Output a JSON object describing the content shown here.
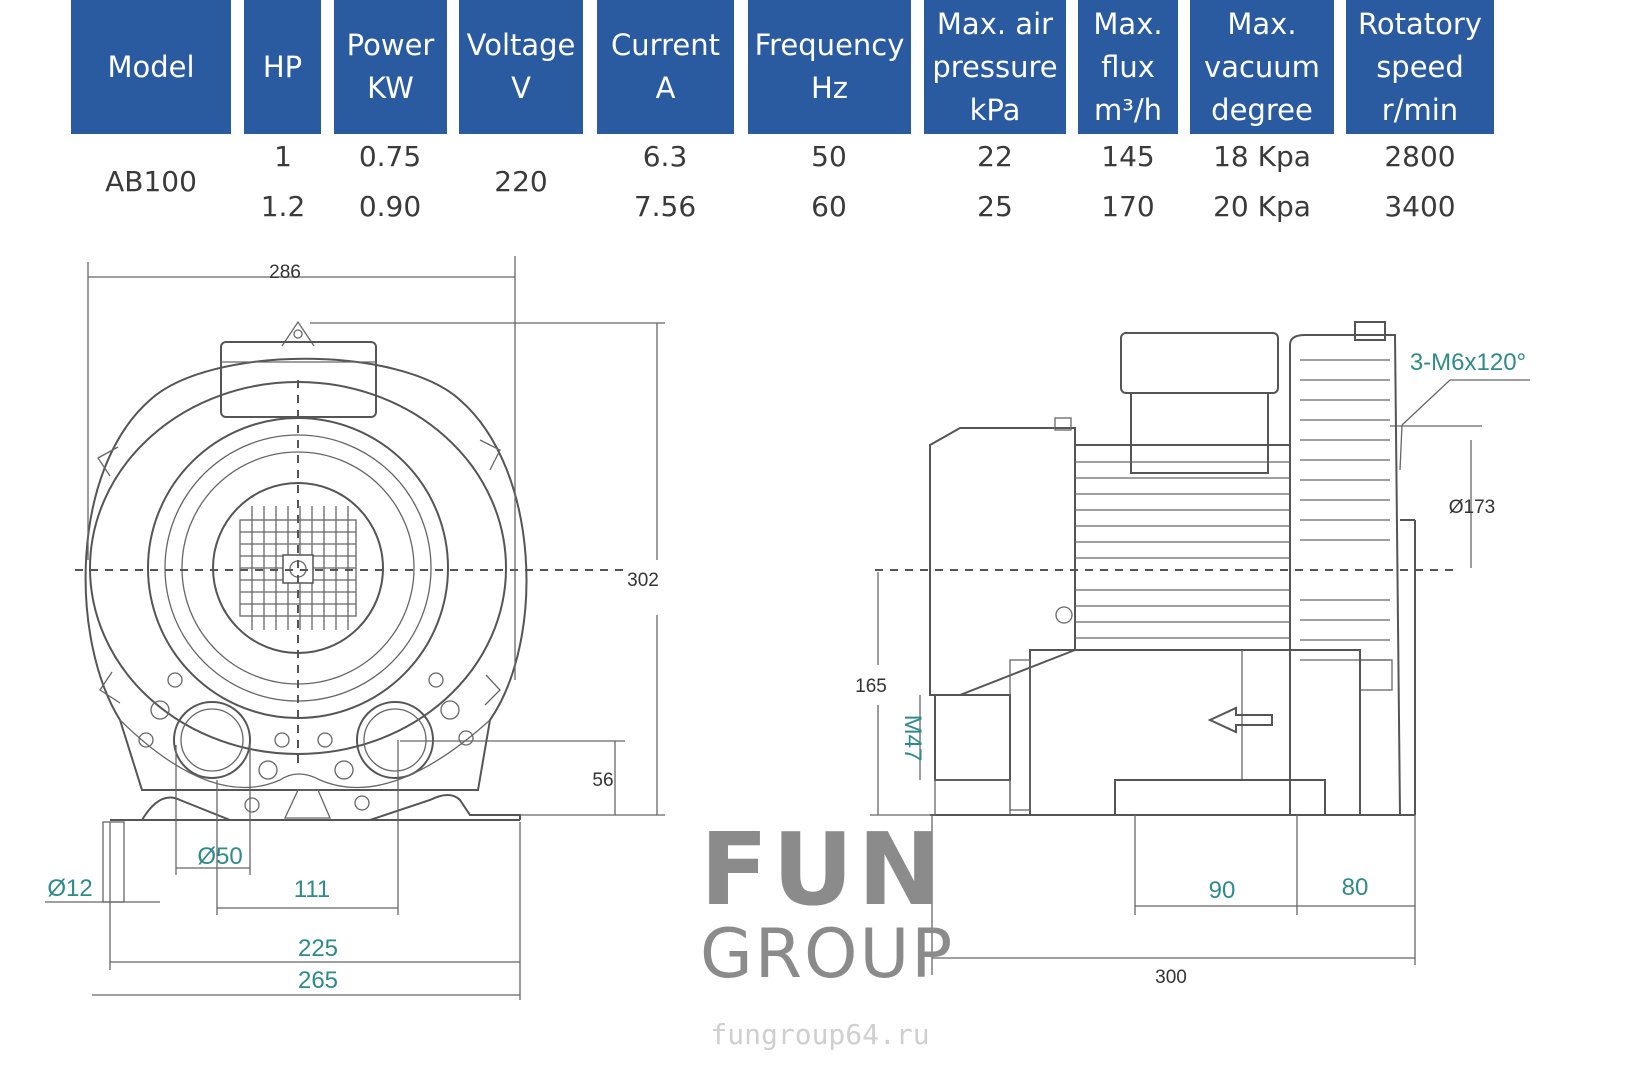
{
  "table": {
    "headers": [
      "Model",
      "HP",
      "Power\nKW",
      "Voltage\nV",
      "Current\nA",
      "Frequency\nHz",
      "Max. air\npressure\nkPa",
      "Max.\nflux\nm³/h",
      "Max.\nvacuum\ndegree",
      "Rotatory\nspeed\nr/min"
    ],
    "model": "AB100",
    "voltage": "220",
    "rows": [
      {
        "hp": "1",
        "power": "0.75",
        "current": "6.3",
        "frequency": "50",
        "pressure": "22",
        "flux": "145",
        "vacuum": "18 Kpa",
        "speed": "2800"
      },
      {
        "hp": "1.2",
        "power": "0.90",
        "current": "7.56",
        "frequency": "60",
        "pressure": "25",
        "flux": "170",
        "vacuum": "20 Kpa",
        "speed": "3400"
      }
    ],
    "header_color": "#2a5ba0"
  },
  "front_view": {
    "dims": {
      "width_top": "286",
      "height": "302",
      "outlet_height": "56",
      "pipe_dia": "Ø50",
      "hole_dia": "Ø12",
      "port_spacing": "111",
      "base_inner": "225",
      "base_outer": "265"
    }
  },
  "side_view": {
    "dims": {
      "thread": "3-M6x120°",
      "flange_dia": "Ø173",
      "axis_height": "165",
      "port_thread": "M47",
      "foot_spacing": "90",
      "foot_offset": "80",
      "length": "300"
    }
  },
  "watermark": {
    "brand_top": "FUN",
    "brand_bottom": "GROUP",
    "site": "fungroup64.ru"
  }
}
